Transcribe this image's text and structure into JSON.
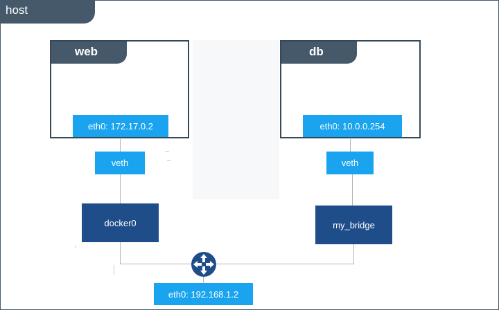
{
  "host": {
    "label": "host"
  },
  "containers": [
    {
      "id": "web",
      "label": "web",
      "interface": "eth0: 172.17.0.2"
    },
    {
      "id": "db",
      "label": "db",
      "interface": "eth0: 10.0.0.254"
    }
  ],
  "veth": {
    "left_label": "veth",
    "right_label": "veth"
  },
  "bridges": {
    "left_label": "docker0",
    "right_label": "my_bridge"
  },
  "router": {
    "icon": "router-icon",
    "interface": "eth0: 192.168.1.2"
  },
  "colors": {
    "frame": "#45596b",
    "interface_chip": "#1aa3ee",
    "bridge": "#1f4d8a",
    "wire": "#b3b3b3"
  }
}
